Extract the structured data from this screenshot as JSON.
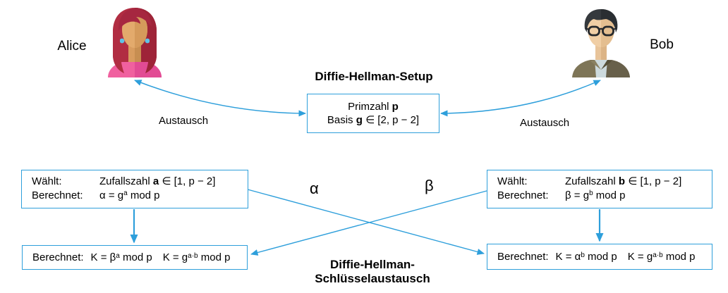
{
  "colors": {
    "accent": "#2E9FDB",
    "text": "#000000",
    "background": "#ffffff"
  },
  "actors": {
    "alice": {
      "name": "Alice",
      "avatar": "woman-avatar-icon"
    },
    "bob": {
      "name": "Bob",
      "avatar": "man-glasses-avatar-icon"
    }
  },
  "setup": {
    "title": "Diffie-Hellman-Setup",
    "box": {
      "line1_pre": "Primzahl ",
      "line1_bold": "p",
      "line2_pre": "Basis ",
      "line2_bold": "g",
      "line2_post": " ∈ [2, p − 2]"
    },
    "exchange_label_left": "Austausch",
    "exchange_label_right": "Austausch"
  },
  "alice_flow": {
    "choose_box": {
      "row1_label": "Wählt:",
      "row1_pre": "Zufallszahl ",
      "row1_bold": "a",
      "row1_post": " ∈ [1, p − 2]",
      "row2_label": "Berechnet:",
      "row2_pre": "α = g",
      "row2_sup": "a",
      "row2_post": " mod p"
    },
    "result_box": {
      "label": "Berechnet:",
      "f1_pre": "K = β",
      "f1_sup": "a",
      "f1_post": " mod p",
      "f2_pre": "K = g",
      "f2_sup": "a·b",
      "f2_post": " mod p"
    }
  },
  "bob_flow": {
    "choose_box": {
      "row1_label": "Wählt:",
      "row1_pre": "Zufallszahl ",
      "row1_bold": "b",
      "row1_post": " ∈ [1, p − 2]",
      "row2_label": "Berechnet:",
      "row2_pre": "β = g",
      "row2_sup": "b",
      "row2_post": " mod p"
    },
    "result_box": {
      "label": "Berechnet:",
      "f1_pre": "K = α",
      "f1_sup": "b",
      "f1_post": " mod p",
      "f2_pre": "K = g",
      "f2_sup": "a·b",
      "f2_post": " mod p"
    }
  },
  "messages": {
    "alpha": "α",
    "beta": "β"
  },
  "footer": {
    "title_line1": "Diffie-Hellman-",
    "title_line2": "Schlüsselaustausch"
  }
}
